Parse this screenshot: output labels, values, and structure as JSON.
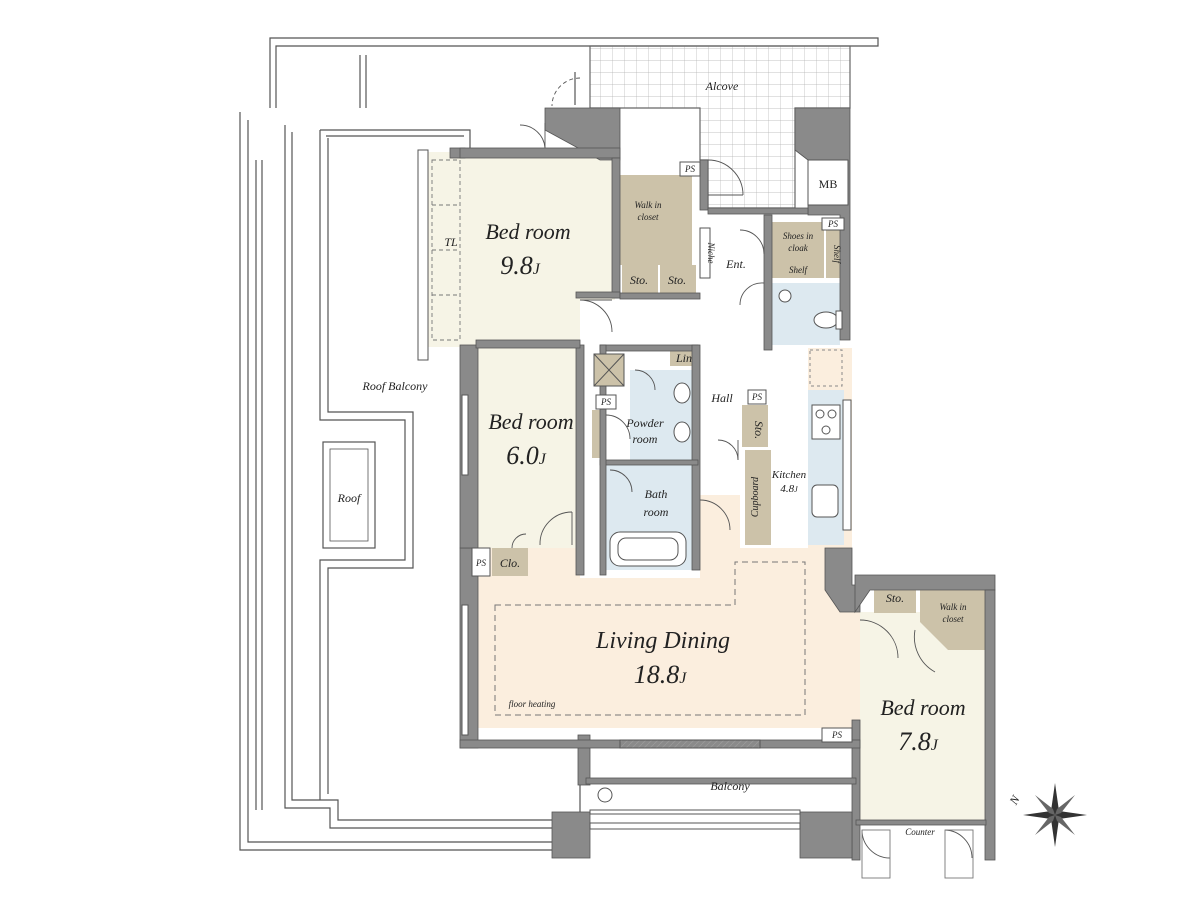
{
  "colors": {
    "cream": "#f6f4e6",
    "peach": "#fbeede",
    "blue": "#dde9f0",
    "tan": "#ccc2a9",
    "wall": "#8a8a8a",
    "wallLight": "#b8b8b8"
  },
  "rooms": {
    "bed1": {
      "name": "Bed room",
      "size": "9.8",
      "unit": "J"
    },
    "bed2": {
      "name": "Bed room",
      "size": "6.0",
      "unit": "J"
    },
    "bed3": {
      "name": "Bed room",
      "size": "7.8",
      "unit": "J"
    },
    "living": {
      "name": "Living Dining",
      "size": "18.8",
      "unit": "J"
    },
    "kitchen": {
      "name": "Kitchen",
      "size": "4.8",
      "unit": "J"
    }
  },
  "labels": {
    "alcove": "Alcove",
    "mb": "MB",
    "ps": "PS",
    "walkin1": [
      "Walk in",
      "closet"
    ],
    "walkin2": [
      "Walk in",
      "closet"
    ],
    "sto": "Sto.",
    "niche": "Niche",
    "ent": "Ent.",
    "shoes": [
      "Shoes in",
      "cloak"
    ],
    "shelf": "Shelf",
    "tl": "TL",
    "roofBalcony": "Roof Balcony",
    "roof": "Roof",
    "lin": "Lin",
    "hall": "Hall",
    "powder": [
      "Powder",
      "room"
    ],
    "bath": [
      "Bath",
      "room"
    ],
    "clo": "Clo.",
    "cupboard": "Cupboard",
    "floorHeating": "floor heating",
    "balcony": "Balcony",
    "counter": "Counter",
    "north": "N"
  }
}
